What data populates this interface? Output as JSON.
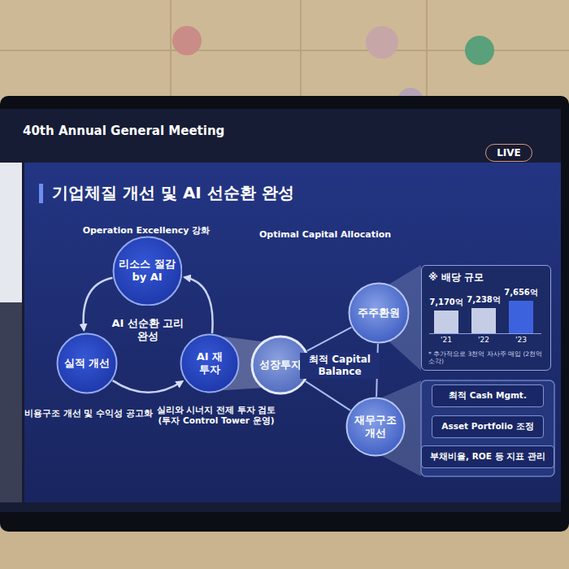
{
  "diagram": {
    "title": "기업체질 개선 및 AI 선순환 완성",
    "nodes": [
      {
        "text": [
          "LIVE"
        ]
      },
      {
        "text": [
          "리소스 절감 by AI"
        ]
      },
      {
        "text": [
          "실적 개선"
        ]
      },
      {
        "text": [
          "AI 재투자"
        ]
      },
      {
        "text": [
          "성장투자"
        ]
      },
      {
        "text": [
          "주주환원"
        ]
      },
      {
        "text": [
          "※ 배당 규모",
          "* 추가적으로 3천억 자사주 매입 (2천억 소각)"
        ]
      },
      {
        "text": [
          "재무구조 개선"
        ]
      },
      {
        "text": [
          "최적 Cash Mgmt."
        ]
      },
      {
        "text": [
          "Asset Portfolio 조정"
        ]
      },
      {
        "text": [
          "부채비율, ROE 등 지표 관리"
        ]
      }
    ],
    "edges": [
      {
        "from": 1,
        "to": 2,
        "arrow": "to"
      },
      {
        "from": 2,
        "to": 3,
        "arrow": "to"
      },
      {
        "from": 3,
        "to": 1,
        "arrow": "to"
      },
      {
        "from": 3,
        "to": 4,
        "arrow": "none"
      },
      {
        "from": 4,
        "to": 5,
        "arrow": "none"
      },
      {
        "from": 4,
        "to": 7,
        "arrow": "none"
      },
      {
        "from": 5,
        "to": 7,
        "arrow": "none"
      },
      {
        "from": 5,
        "to": 6,
        "arrow": "none"
      }
    ],
    "labels": [
      "40th Annual General Meeting",
      "Operation Excellency 강화",
      "Optimal Capital Allocation",
      "AI 선순환 고리 완성",
      "비용구조 개선 및 수익성 공고화",
      "실리와 시너지 전제 투자 검토 (투자 Control Tower 운영)",
      "최적 Capital Balance",
      "7,170억",
      "7,238억",
      "7,656억",
      "'21",
      "'22",
      "'23"
    ]
  }
}
